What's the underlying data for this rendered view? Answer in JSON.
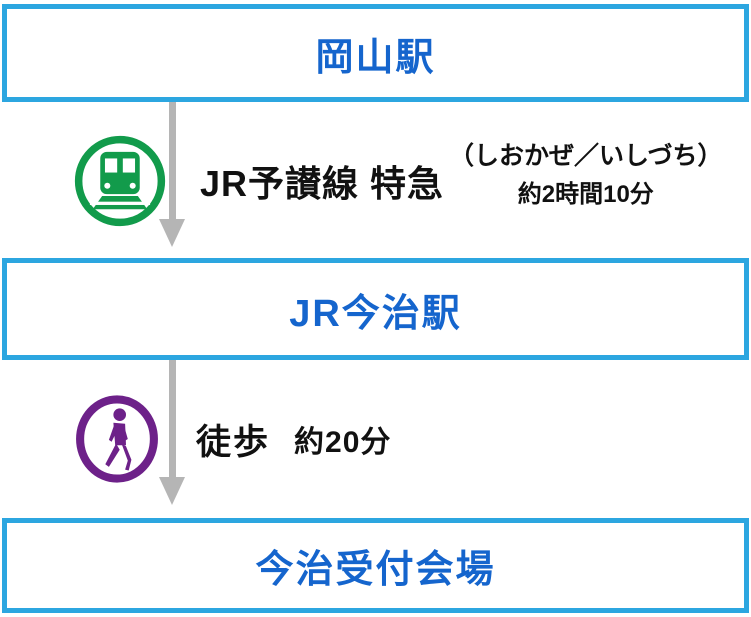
{
  "colors": {
    "box_border": "#2ca6e0",
    "station_text": "#1565cd",
    "arrow": "#b5b5b5",
    "train_icon": "#129b4b",
    "walk_icon": "#6d2189",
    "segment_text": "#111111",
    "background": "#ffffff"
  },
  "stations": {
    "start": "岡山駅",
    "middle": "JR今治駅",
    "end": "今治受付会場"
  },
  "segments": {
    "train": {
      "icon": "train-icon",
      "line_name": "JR予讃線 特急",
      "note_line1": "（しおかぜ／いしづち）",
      "note_line2": "約2時間10分"
    },
    "walk": {
      "icon": "walk-icon",
      "mode": "徒歩",
      "duration": "約20分"
    }
  }
}
